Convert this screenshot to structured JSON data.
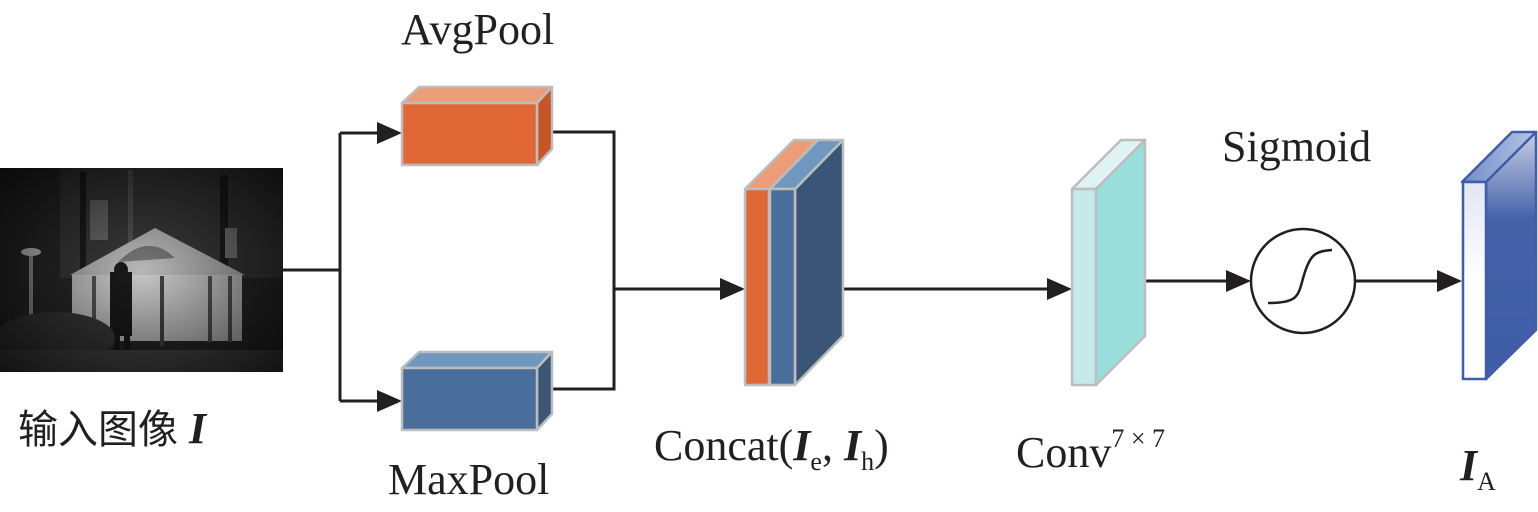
{
  "figure": {
    "input_label": {
      "text": "输入图像",
      "symbol": "I"
    },
    "avgpool_label": "AvgPool",
    "maxpool_label": "MaxPool",
    "concat_label": {
      "text": "Concat",
      "open": "(",
      "sym1": "I",
      "sub1": "e",
      "sep": ", ",
      "sym2": "I",
      "sub2": "h",
      "close": ")"
    },
    "conv_label": {
      "text": "Conv",
      "kernel": "7 × 7"
    },
    "sigmoid_label": "Sigmoid",
    "output_label": {
      "symbol": "I",
      "sub": "A"
    },
    "input_image": {
      "description": "grayscale night scene: person with umbrella near a lit gazebo, trees, street lamp"
    },
    "colors": {
      "avgpool_front": "#e06836",
      "avgpool_top": "#ec9d78",
      "avgpool_side": "#c85526",
      "maxpool_front": "#4a6e9b",
      "maxpool_top": "#7097c0",
      "maxpool_side": "#3c5678",
      "concat_back": "#3b5579",
      "conv_front": "#c4e9e8",
      "conv_side": "#9adedc",
      "conv_top": "#dff3f2",
      "output_edge": "#3f5da8",
      "output_front": "#ffffff",
      "border_gray": "#bdbdbd",
      "arrow": "#231f20"
    }
  }
}
